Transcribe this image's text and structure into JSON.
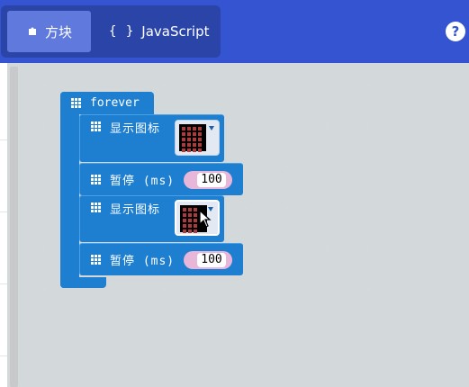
{
  "header": {
    "tabs": [
      {
        "label": "方块",
        "icon": "puzzle-icon",
        "active": true
      },
      {
        "label": "JavaScript",
        "icon_glyph": "{ }",
        "active": false
      }
    ],
    "help_glyph": "?"
  },
  "colors": {
    "header": "#3454d1",
    "block": "#1e7fd0",
    "workspace": "#ecf0f1",
    "number_shadow": "#e8b6d8"
  },
  "program": {
    "forever_label": "forever",
    "statements": [
      {
        "type": "show_icon",
        "label": "显示图标"
      },
      {
        "type": "pause",
        "label": "暂停 (ms)",
        "value": "100"
      },
      {
        "type": "show_icon",
        "label": "显示图标"
      },
      {
        "type": "pause",
        "label": "暂停 (ms)",
        "value": "100"
      }
    ]
  }
}
